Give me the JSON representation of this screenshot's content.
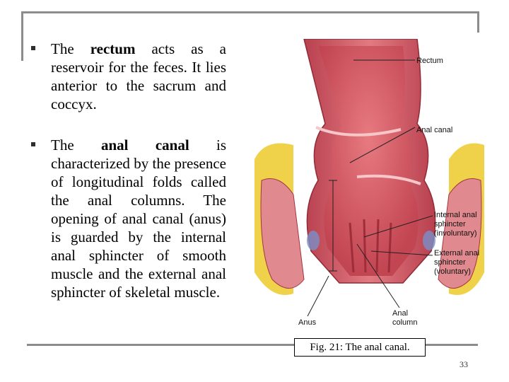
{
  "bullets": [
    {
      "before": "The ",
      "bold": "rectum",
      "after": " acts as a reservoir for the feces. It lies anterior to the sacrum and coccyx."
    },
    {
      "before": "The ",
      "bold": "anal canal",
      "after": " is characterized by the presence of longitudinal folds called the anal columns. The opening of anal canal (anus) is guarded by the internal anal sphincter of smooth muscle and the external anal sphincter of skeletal muscle."
    }
  ],
  "figure": {
    "labels": {
      "rectum": "Rectum",
      "anal_canal": "Anal canal",
      "internal_1": "Internal anal",
      "internal_2": "sphincter",
      "internal_3": "(involuntary)",
      "external_1": "External anal",
      "external_2": "sphincter",
      "external_3": "(voluntary)",
      "anus": "Anus",
      "column_1": "Anal",
      "column_2": "column"
    },
    "caption": "Fig. 21: The anal canal."
  },
  "page_number": "33",
  "colors": {
    "frame": "#8c8c8c",
    "tissue": "#d9636b",
    "fat": "#f0d24a"
  }
}
